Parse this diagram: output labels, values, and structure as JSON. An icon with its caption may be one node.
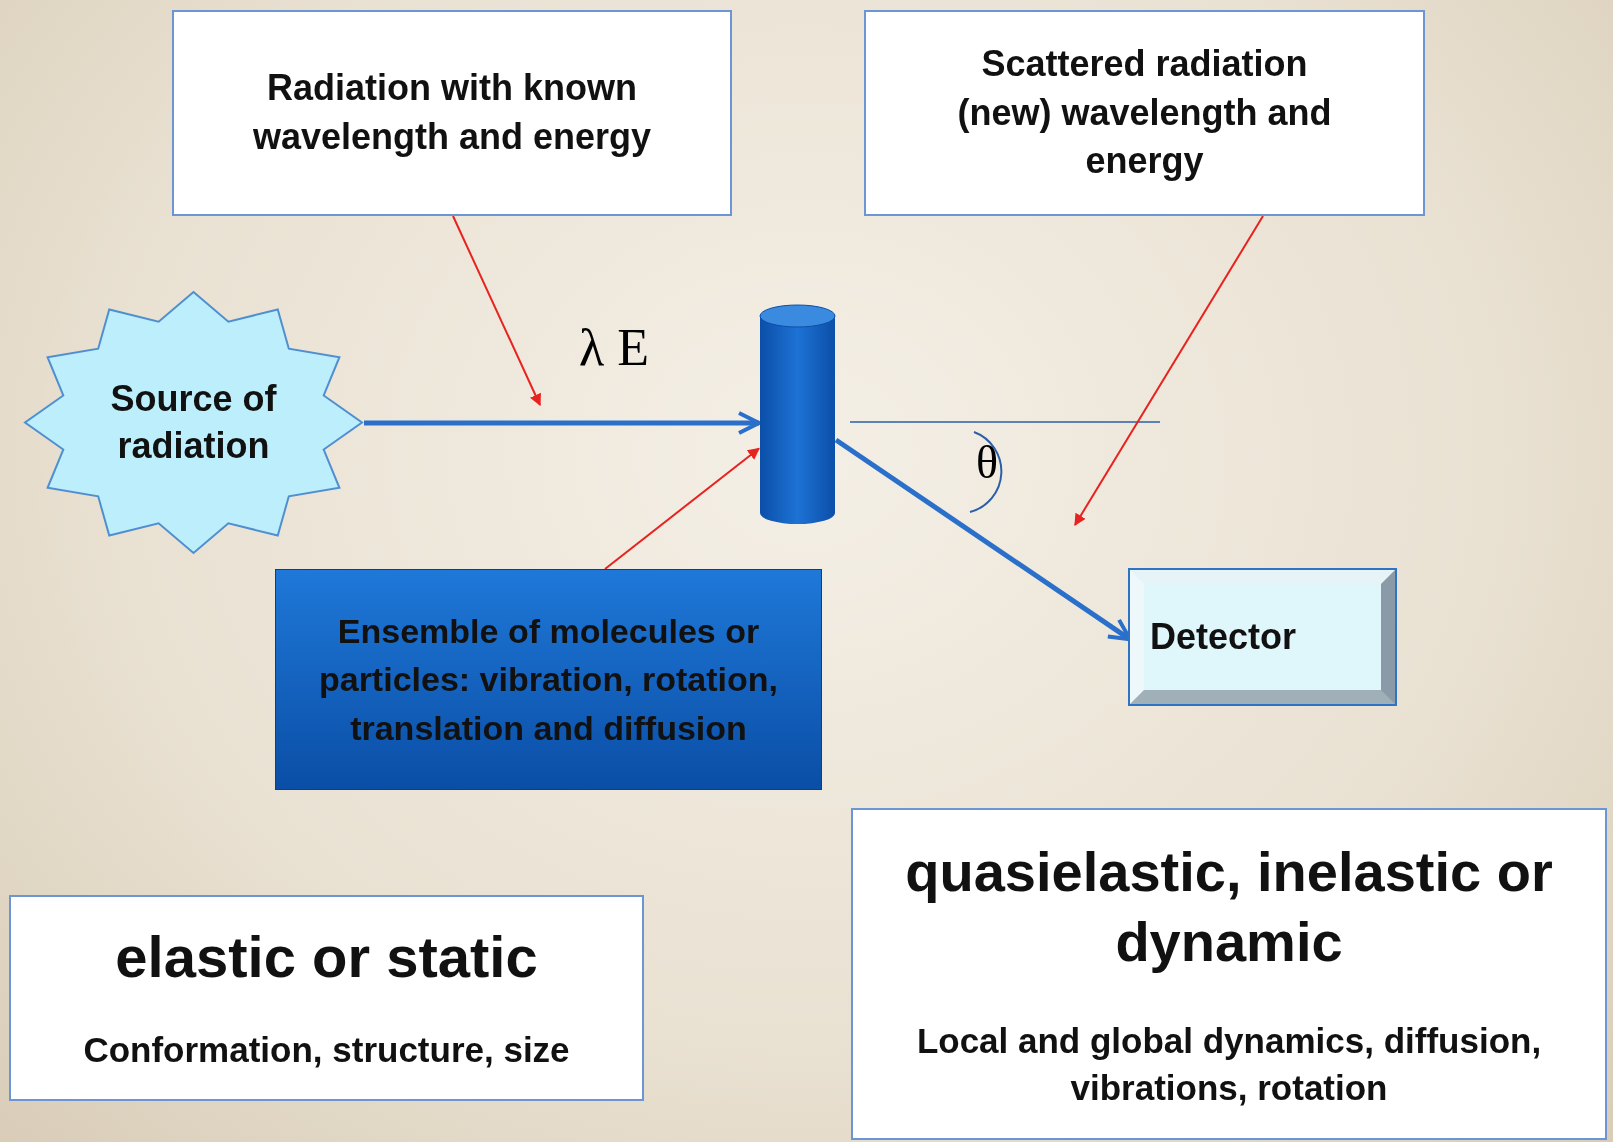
{
  "diagram": {
    "nodes": [
      {
        "text": [
          "Radiation with known wavelength and energy"
        ]
      },
      {
        "text": [
          "Scattered radiation (new) wavelength and energy"
        ]
      },
      {
        "text": [
          "Source of radiation"
        ]
      },
      {
        "text": [],
        "shape": "cylinder"
      },
      {
        "text": [
          "Ensemble of molecules or particles: vibration, rotation, translation and diffusion"
        ]
      },
      {
        "text": [
          "Detector"
        ]
      },
      {
        "text": [
          "elastic or static",
          "Conformation, structure, size"
        ]
      },
      {
        "text": [
          "quasielastic, inelastic or dynamic",
          "Local and global dynamics, diffusion, vibrations, rotation"
        ]
      }
    ],
    "edges": [
      {
        "from": 2,
        "to": 3,
        "arrow": "to",
        "label": "λ E",
        "style": "thick",
        "color": "#2a6fc9"
      },
      {
        "from": 3,
        "to": 5,
        "arrow": "to",
        "style": "thick",
        "color": "#2a6fc9"
      },
      {
        "from": 0,
        "to": null,
        "arrow": "to"
      },
      {
        "from": 4,
        "to": 3,
        "arrow": "to"
      },
      {
        "from": 1,
        "to": null,
        "arrow": "to"
      }
    ],
    "labels": [
      "θ"
    ]
  }
}
